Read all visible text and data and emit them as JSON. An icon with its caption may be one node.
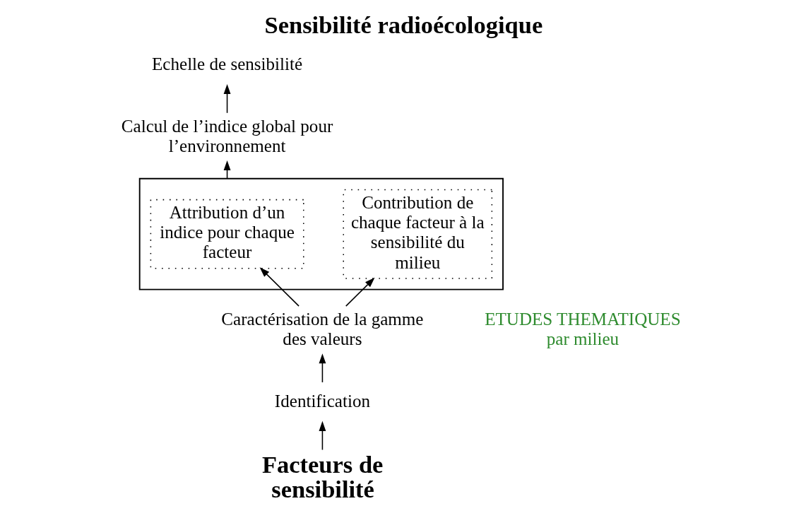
{
  "diagram": {
    "title": "Sensibilité radioécologique",
    "nodes": [
      {
        "text": [
          "Echelle de sensibilité"
        ]
      },
      {
        "text": [
          "Calcul de l’indice global pour l’environnement"
        ]
      },
      {
        "text": [],
        "shape": "box"
      },
      {
        "text": [
          "Attribution d’un indice pour chaque facteur"
        ],
        "in": 2
      },
      {
        "text": [
          "Contribution de chaque facteur à la sensibilité du milieu"
        ],
        "in": 2
      },
      {
        "text": [
          "Caractérisation de la gamme des valeurs"
        ]
      },
      {
        "text": [
          "Identification"
        ]
      },
      {
        "text": [
          "Facteurs de sensibilité"
        ]
      }
    ],
    "edges": [
      {
        "from": 1,
        "to": 0,
        "arrow": "to"
      },
      {
        "from": 2,
        "to": 1,
        "arrow": "to"
      },
      {
        "from": 5,
        "to": 3,
        "arrow": "to"
      },
      {
        "from": 5,
        "to": 4,
        "arrow": "to"
      },
      {
        "from": 6,
        "to": 5,
        "arrow": "to"
      },
      {
        "from": 7,
        "to": 6,
        "arrow": "to"
      }
    ],
    "labels": [
      "ETUDES THEMATIQUES par milieu"
    ]
  }
}
